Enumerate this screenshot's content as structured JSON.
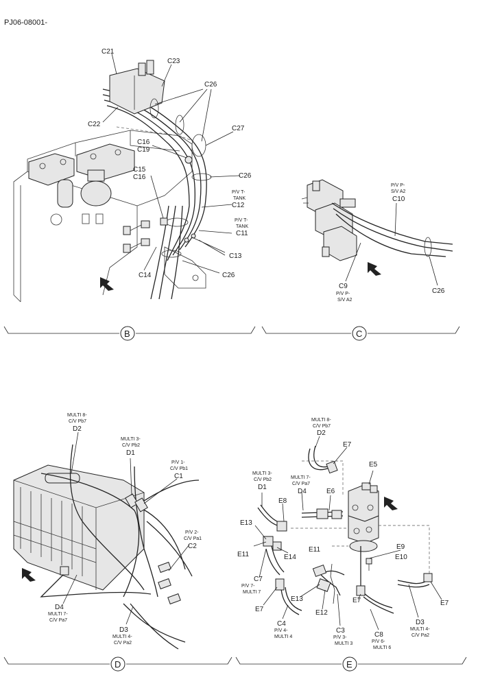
{
  "doc_id": "PJ06-08001-",
  "sections": {
    "B": "B",
    "C": "C",
    "D": "D",
    "E": "E"
  },
  "panel_b": {
    "C21": "C21",
    "C23": "C23",
    "C26a": "C26",
    "C22": "C22",
    "C27": "C27",
    "C16a": "C16",
    "C19": "C19",
    "C26b": "C26",
    "C15": "C15",
    "C16b": "C16",
    "pv_t_tank_1": [
      "P/V T-",
      "TANK"
    ],
    "C12": "C12",
    "pv_t_tank_2": [
      "P/V T-",
      "TANK"
    ],
    "C11": "C11",
    "C13": "C13",
    "C14": "C14",
    "C26c": "C26"
  },
  "panel_c": {
    "pv_p_sv_a2_top": [
      "P/V P-",
      "S/V A2"
    ],
    "C10": "C10",
    "C9": "C9",
    "pv_p_sv_a2_bot": [
      "P/V P-",
      "S/V A2"
    ],
    "C26": "C26"
  },
  "panel_d": {
    "D2_desc": [
      "MULTI 8-",
      "C/V Pb7"
    ],
    "D2": "D2",
    "D1_desc": [
      "MULTI 3-",
      "C/V Pb2"
    ],
    "D1": "D1",
    "C1_desc": [
      "P/V 1-",
      "C/V Pb1"
    ],
    "C1": "C1",
    "C2_desc": [
      "P/V 2-",
      "C/V Pa1"
    ],
    "C2": "C2",
    "D4": "D4",
    "D4_desc": [
      "MULTI 7-",
      "C/V Pa7"
    ],
    "D3": "D3",
    "D3_desc": [
      "MULTI 4-",
      "C/V Pa2"
    ]
  },
  "panel_e": {
    "D2_desc": [
      "MULTI 8-",
      "C/V Pb7"
    ],
    "D2": "D2",
    "E7a": "E7",
    "E5": "E5",
    "D1_desc": [
      "MULTI 3-",
      "C/V Pb2"
    ],
    "D1": "D1",
    "D4_desc": [
      "MULTI 7-",
      "C/V Pa7"
    ],
    "D4": "D4",
    "E6": "E6",
    "E8": "E8",
    "E13a": "E13",
    "E11a": "E11",
    "E14": "E14",
    "C7": "C7",
    "C7_desc": [
      "P/V 7-",
      "MULTI 7"
    ],
    "E9": "E9",
    "E10": "E10",
    "E11b": "E11",
    "E13b": "E13",
    "E12": "E12",
    "E7b": "E7",
    "E7c": "E7",
    "E7d": "E7",
    "C3": "C3",
    "C3_desc": [
      "P/V 3-",
      "MULTI 3"
    ],
    "C4": "C4",
    "C4_desc": [
      "P/V 4-",
      "MULTI 4"
    ],
    "C8": "C8",
    "C8_desc": [
      "P/V 6-",
      "MULTI 6"
    ],
    "D3": "D3",
    "D3_desc": [
      "MULTI 4-",
      "C/V Pa2"
    ]
  }
}
